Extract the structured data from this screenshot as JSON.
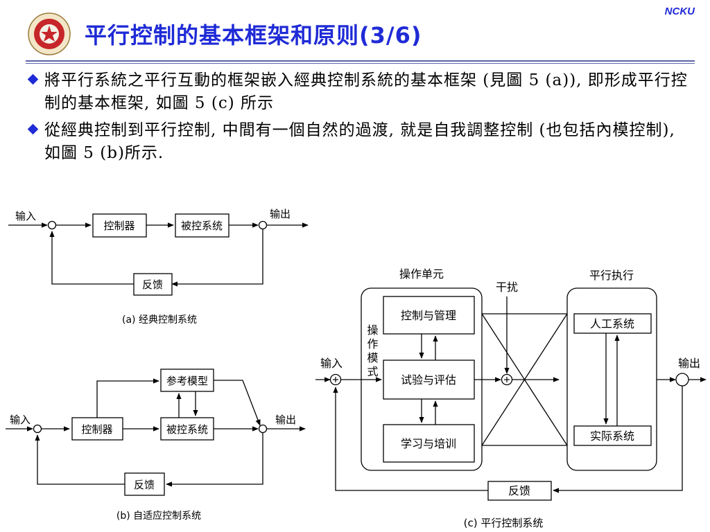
{
  "header": {
    "brand": "NCKU",
    "title": "平行控制的基本框架和原则(3/6)",
    "logo_icon": "university-seal-icon"
  },
  "bullets": [
    {
      "text": "將平行系統之平行互動的框架嵌入經典控制系統的基本框架 (見圖 5 (a)), 即形成平行控制的基本框架, 如圖 5 (c) 所示"
    },
    {
      "text": "從經典控制到平行控制, 中間有一個自然的過渡, 就是自我調整控制 (也包括內模控制), 如圖 5 (b)所示."
    }
  ],
  "diagram_a": {
    "input": "输入",
    "output": "输出",
    "controller": "控制器",
    "plant": "被控系统",
    "feedback": "反馈",
    "caption": "(a) 经典控制系统"
  },
  "diagram_b": {
    "input": "输入",
    "output": "输出",
    "controller": "控制器",
    "reference_model": "参考模型",
    "plant": "被控系统",
    "feedback": "反馈",
    "caption": "(b) 自适应控制系统"
  },
  "diagram_c": {
    "input": "输入",
    "output": "输出",
    "operation_unit": "操作单元",
    "parallel_exec": "平行执行",
    "disturbance": "干扰",
    "operation_mode": "操作模式",
    "control_mgmt": "控制与管理",
    "test_eval": "试验与评估",
    "learn_train": "学习与培训",
    "artificial_system": "人工系统",
    "actual_system": "实际系统",
    "feedback": "反馈",
    "caption": "(c) 平行控制系统"
  }
}
